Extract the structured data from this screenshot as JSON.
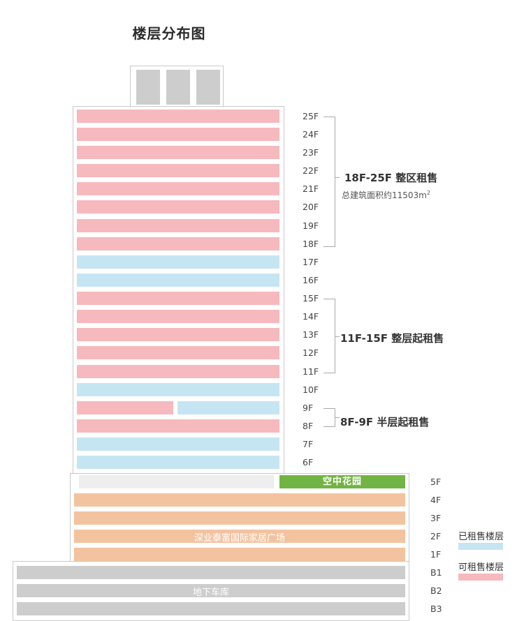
{
  "title": "楼层分布图",
  "colors": {
    "available": "#f6b9bd",
    "rented": "#c6e5f3",
    "mall": "#f3c3a0",
    "parking": "#cdcdcd",
    "garden": "#72b443",
    "vacant": "#eeeeee"
  },
  "floors": [
    "25F",
    "24F",
    "23F",
    "22F",
    "21F",
    "20F",
    "19F",
    "18F",
    "17F",
    "16F",
    "15F",
    "14F",
    "13F",
    "12F",
    "11F",
    "10F",
    "9F",
    "8F",
    "7F",
    "6F",
    "5F",
    "4F",
    "3F",
    "2F",
    "1F",
    "B1",
    "B2",
    "B3"
  ],
  "zones": {
    "z1": {
      "title": "18F-25F 整区租售",
      "subtitle_text": "总建筑面积约11503m",
      "subtitle_sup": "2"
    },
    "z2": {
      "title": "11F-15F 整层起租售"
    },
    "z3": {
      "title": "8F-9F 半层起租售"
    }
  },
  "labels": {
    "garden": "空中花园",
    "mall": "深业泰富国际家居广场",
    "parking": "地下车库"
  },
  "legend": {
    "rented": "已租售楼层",
    "available": "可租售楼层"
  }
}
